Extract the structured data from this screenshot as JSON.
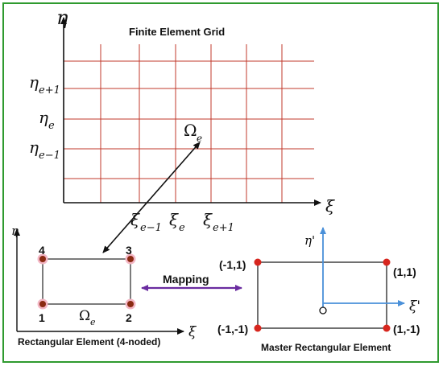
{
  "colors": {
    "border": "#2f9a2f",
    "grid": "#c0392b",
    "node": "#d7261e",
    "mapping_arrow": "#6a2ca0",
    "master_axes": "#4a90d9",
    "ink": "#111111"
  },
  "grid_panel": {
    "title": "Finite Element Grid",
    "y_axis_symbol": "η",
    "x_axis_symbol": "ξ",
    "y_labels": [
      {
        "base": "η",
        "sub": "e+1"
      },
      {
        "base": "η",
        "sub": "e"
      },
      {
        "base": "η",
        "sub": "e−1"
      }
    ],
    "x_labels": [
      {
        "base": "ξ",
        "sub": "e−1"
      },
      {
        "base": "ξ",
        "sub": "e"
      },
      {
        "base": "ξ",
        "sub": "e+1"
      }
    ],
    "element_label": {
      "base": "Ω",
      "sub": "e"
    }
  },
  "rect_element": {
    "caption": "Rectangular Element (4-noded)",
    "y_axis_symbol": "η",
    "x_axis_symbol": "ξ",
    "element_label": {
      "base": "Ω",
      "sub": "e"
    },
    "nodes": [
      "1",
      "2",
      "3",
      "4"
    ]
  },
  "mapping": {
    "label": "Mapping"
  },
  "master_element": {
    "caption": "Master Rectangular Element",
    "y_axis_symbol": "η'",
    "x_axis_symbol": "ξ'",
    "corners": [
      "(-1,1)",
      "(1,1)",
      "(-1,-1)",
      "(1,-1)"
    ]
  }
}
